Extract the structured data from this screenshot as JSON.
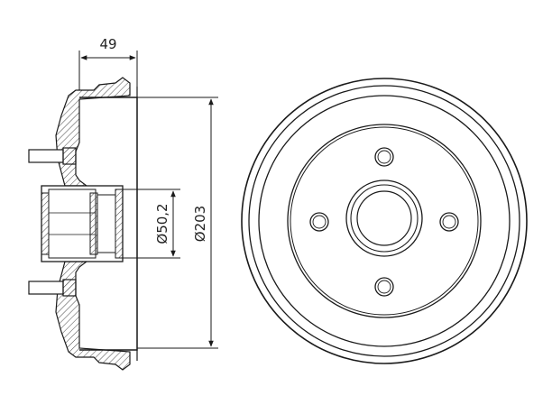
{
  "drawing": {
    "dim_width_label": "49",
    "dim_hub_label": "Ø50,2",
    "dim_drum_label": "Ø203"
  },
  "colors": {
    "line": "#1a1a1a",
    "hatch": "#333333",
    "background": "#ffffff"
  },
  "components": {
    "bolt_count": 4
  }
}
